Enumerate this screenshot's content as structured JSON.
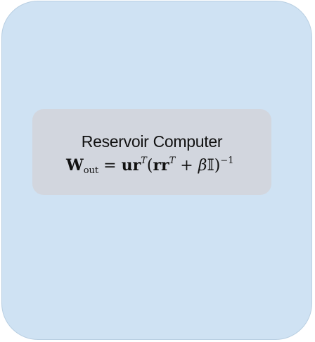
{
  "diagram": {
    "outer_color": "#cfe2f3",
    "inner_color": "#d2d6de",
    "inner_title": "Reservoir Computer",
    "equation": {
      "lhs": "W",
      "lhs_sub": "out",
      "equals": " = ",
      "u": "u",
      "r": "r",
      "T": "T",
      "open_paren": "(",
      "rr": "rr",
      "plus": " + ",
      "beta": "β",
      "identity": "𝕀",
      "close_paren": ")",
      "inverse": "−1"
    }
  }
}
